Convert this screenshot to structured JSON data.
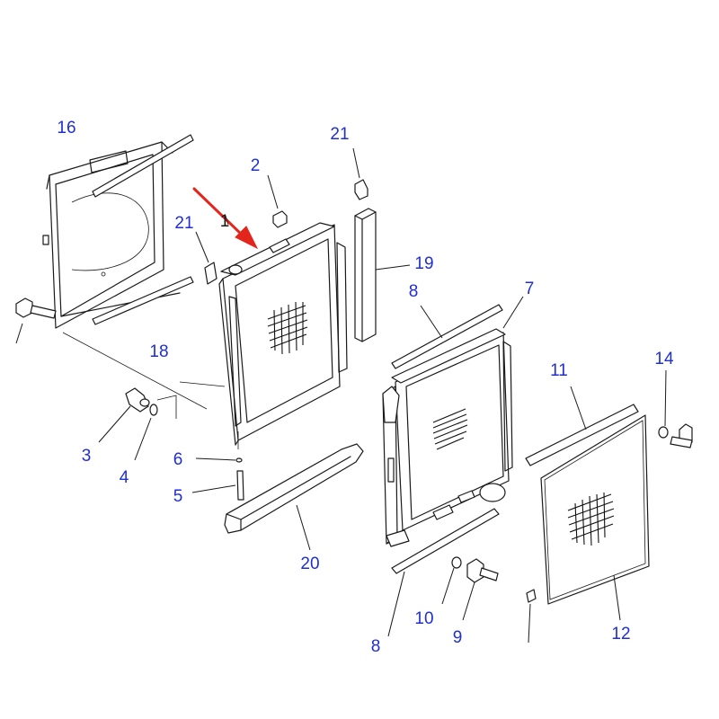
{
  "colors": {
    "callout": "#1f2fd0",
    "line": "#1a1a1a",
    "arrow": "#e3251b",
    "background": "#ffffff"
  },
  "highlight": {
    "icon": "red-arrow-icon",
    "points_to_part": "1"
  },
  "callouts": {
    "p1": "1",
    "p2": "2",
    "p3": "3",
    "p4": "4",
    "p5": "5",
    "p6": "6",
    "p7": "7",
    "p8a": "8",
    "p8b": "8",
    "p9": "9",
    "p10": "10",
    "p11": "11",
    "p12": "12",
    "p14": "14",
    "p16": "16",
    "p18": "18",
    "p19": "19",
    "p20": "20",
    "p21a": "21",
    "p21b": "21"
  }
}
